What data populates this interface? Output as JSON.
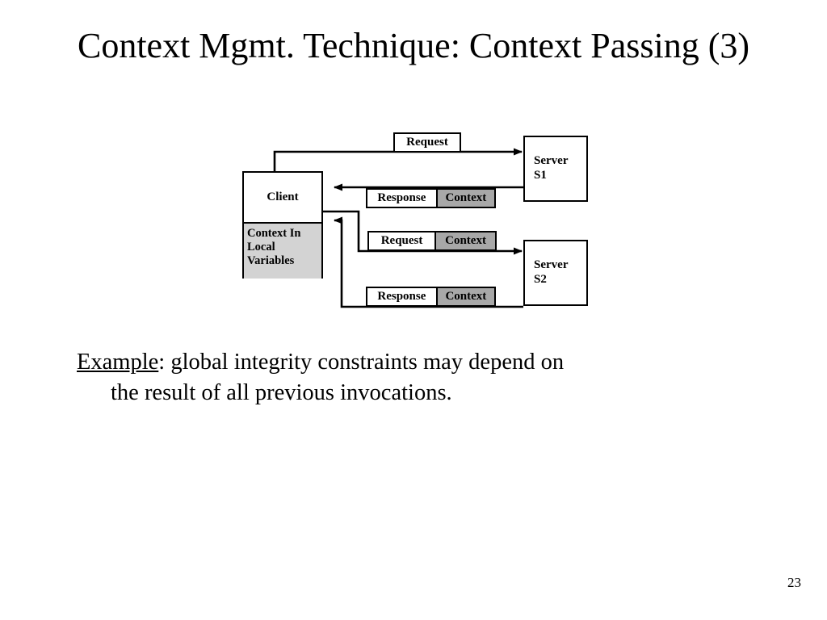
{
  "slide": {
    "title": "Context Mgmt. Technique: Context Passing (3)",
    "page_number": "23"
  },
  "diagram": {
    "type": "sequence-block-diagram",
    "nodes": {
      "client": {
        "label": "Client",
        "context_lines": [
          "Context In",
          "Local",
          "Variables"
        ],
        "context_shaded": true
      },
      "server_s1": {
        "line1": "Server",
        "line2": "S1"
      },
      "server_s2": {
        "line1": "Server",
        "line2": "S2"
      }
    },
    "messages": [
      {
        "id": "request-s1",
        "label": "Request",
        "context_label": "",
        "has_context": false,
        "direction": "client-to-server",
        "target": "server_s1"
      },
      {
        "id": "response-s1",
        "label": "Response",
        "context_label": "Context",
        "has_context": true,
        "direction": "server-to-client",
        "target": "server_s1"
      },
      {
        "id": "request-s2",
        "label": "Request",
        "context_label": "Context",
        "has_context": true,
        "direction": "client-to-server",
        "target": "server_s2"
      },
      {
        "id": "response-s2",
        "label": "Response",
        "context_label": "Context",
        "has_context": true,
        "direction": "server-to-client",
        "target": "server_s2"
      }
    ],
    "colors": {
      "stroke": "#000000",
      "fill": "#ffffff",
      "context_fill": "#a8a8a8",
      "client_context_fill": "#d3d3d3"
    }
  },
  "body": {
    "example_word": "Example",
    "line1": ": global integrity constraints may depend on",
    "line2": "the result of all previous invocations."
  }
}
